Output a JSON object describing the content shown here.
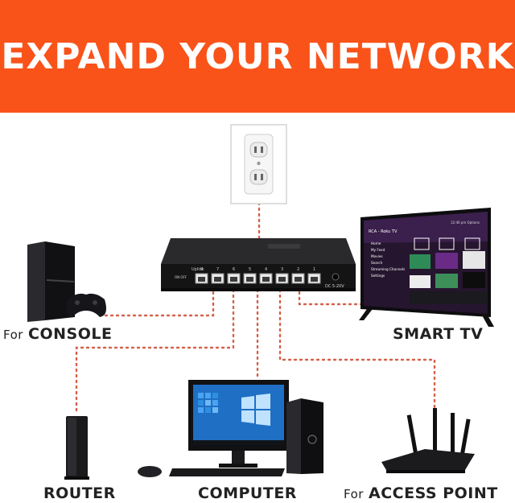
{
  "colors": {
    "banner": "#f9531a",
    "wire": "#d6604a",
    "device_dark": "#1c1c1e",
    "screen_blue": "#1f6fc4"
  },
  "banner": {
    "title": "EXPAND YOUR NETWORK"
  },
  "switch": {
    "link_label": "Uplink",
    "power_label": "DC 5-20V",
    "switch_label": "ON OFF",
    "port_numbers": [
      "8",
      "7",
      "6",
      "5",
      "4",
      "3",
      "2",
      "1"
    ]
  },
  "tv": {
    "brand_text": "RCA - Roku TV",
    "clock_text": "12:40 pm  Options",
    "menu": [
      "Home",
      "My Feed",
      "Movies",
      "Search",
      "Streaming Channels",
      "Settings"
    ]
  },
  "devices": {
    "console": {
      "prefix": "For",
      "label": "CONSOLE"
    },
    "smart_tv": {
      "label": "SMART TV"
    },
    "router": {
      "label": "ROUTER"
    },
    "computer": {
      "label": "COMPUTER"
    },
    "access_point": {
      "prefix": "For",
      "label": "ACCESS POINT"
    }
  },
  "icons": [
    "wall-outlet-icon",
    "network-switch-icon",
    "game-console-icon",
    "gamepad-icon",
    "smart-tv-icon",
    "cable-modem-icon",
    "monitor-icon",
    "pc-tower-icon",
    "keyboard-icon",
    "mouse-icon",
    "wifi-router-icon"
  ]
}
